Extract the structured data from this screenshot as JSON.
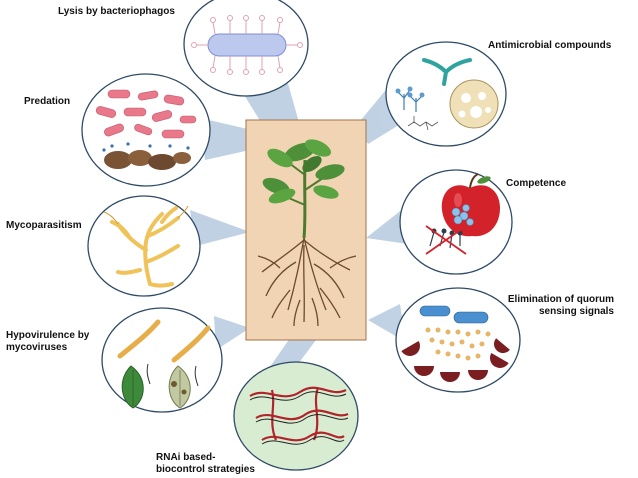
{
  "labels": {
    "lysis": "Lysis by bacteriophagos",
    "antimicrobial": "Antimicrobial compounds",
    "predation": "Predation",
    "competence": "Competence",
    "mycoparasitism": "Mycoparasitism",
    "quorum": "Elimination of quorum\nsensing signals",
    "hypovirulence": "Hypovirulence by\nmycoviruses",
    "rnai": "RNAi based-\nbiocontrol strategies"
  },
  "colors": {
    "center_panel": "#f1d4b3",
    "center_border": "#a0724a",
    "connector": "#b9cde0",
    "circle_border": "#2e4a66",
    "bacteria": "#e8788a",
    "plant_leaf": "#4e8f3a",
    "root": "#6b4a2e",
    "apple": "#d3222a",
    "fungus": "#f0c25a",
    "rna": "#b0242a"
  },
  "icons": {
    "plant": "plant-icon",
    "phage": "bacteriophage-icon",
    "petri": "petri-dish-icon",
    "predation": "bacteria-predation-icon",
    "apple": "apple-icon",
    "hyphae": "hyphae-icon",
    "quorum": "quorum-sensing-icon",
    "leaves": "infected-leaves-icon",
    "rna": "rna-strands-icon"
  }
}
